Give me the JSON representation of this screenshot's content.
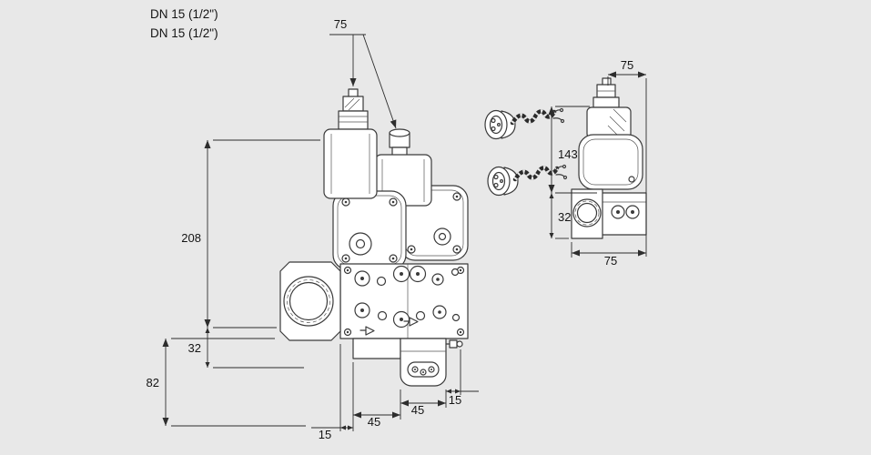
{
  "page": {
    "background": "#e8e8e8",
    "line_color": "#3a3a3a",
    "dimension_color": "#2d2d2d"
  },
  "labels": {
    "dn_line1": "DN 15 (1/2\")",
    "dn_line2": "DN 15 (1/2\")"
  },
  "dimensions": {
    "front_top_width": "75",
    "front_height": "208",
    "front_flange_offset": "32",
    "front_lower_height": "82",
    "front_bottom_left": "15",
    "front_bottom_mid_left": "45",
    "front_bottom_mid_right": "45",
    "front_bottom_right": "15",
    "side_top_width": "75",
    "side_upper_height": "143",
    "side_lower_height": "32",
    "side_bottom_width": "75"
  },
  "icons": {
    "cable_connector_top": "cable-connector",
    "cable_connector_bottom": "cable-connector"
  }
}
